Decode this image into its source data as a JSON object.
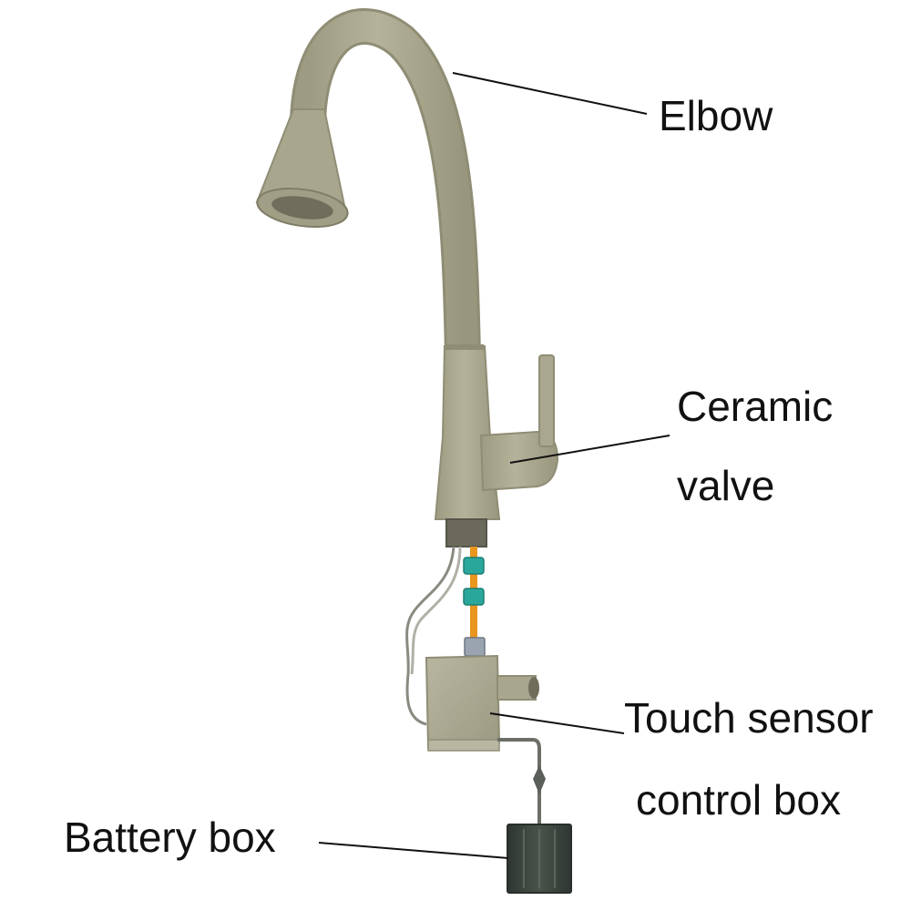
{
  "diagram": {
    "colors": {
      "faucet_body": "#aaa88e",
      "faucet_shadow": "#8f8d74",
      "hose": "#e8961e",
      "connector": "#2aa79b",
      "leader_line": "#111111",
      "battery": "#3e463f",
      "wire": "#8a8a80"
    },
    "labels": {
      "elbow": "Elbow",
      "ceramic_line1": "Ceramic",
      "ceramic_line2": "valve",
      "touch_line1": "Touch sensor",
      "touch_line2": "control box",
      "battery": "Battery box"
    }
  }
}
